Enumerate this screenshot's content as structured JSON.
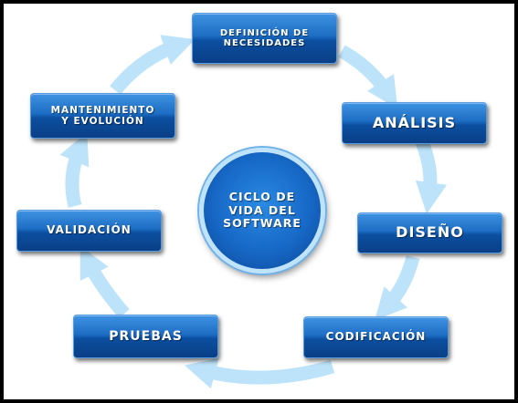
{
  "diagram": {
    "center": {
      "label": "CICLO DE\nVIDA DEL\nSOFTWARE"
    },
    "stages": [
      {
        "id": "definicion",
        "label": "DEFINICIÓN DE\nNECESIDADES"
      },
      {
        "id": "analisis",
        "label": "ANÁLISIS"
      },
      {
        "id": "diseno",
        "label": "DISEÑO"
      },
      {
        "id": "codificacion",
        "label": "CODIFICACIÓN"
      },
      {
        "id": "pruebas",
        "label": "PRUEBAS"
      },
      {
        "id": "validacion",
        "label": "VALIDACIÓN"
      },
      {
        "id": "mantenimiento",
        "label": "MANTENIMIENTO\nY EVOLUCIÓN"
      }
    ],
    "colors": {
      "box_blue": "#1d6dc4",
      "arrow_light_blue": "#bde3fa",
      "background": "#ffffff",
      "border": "#000000"
    }
  }
}
